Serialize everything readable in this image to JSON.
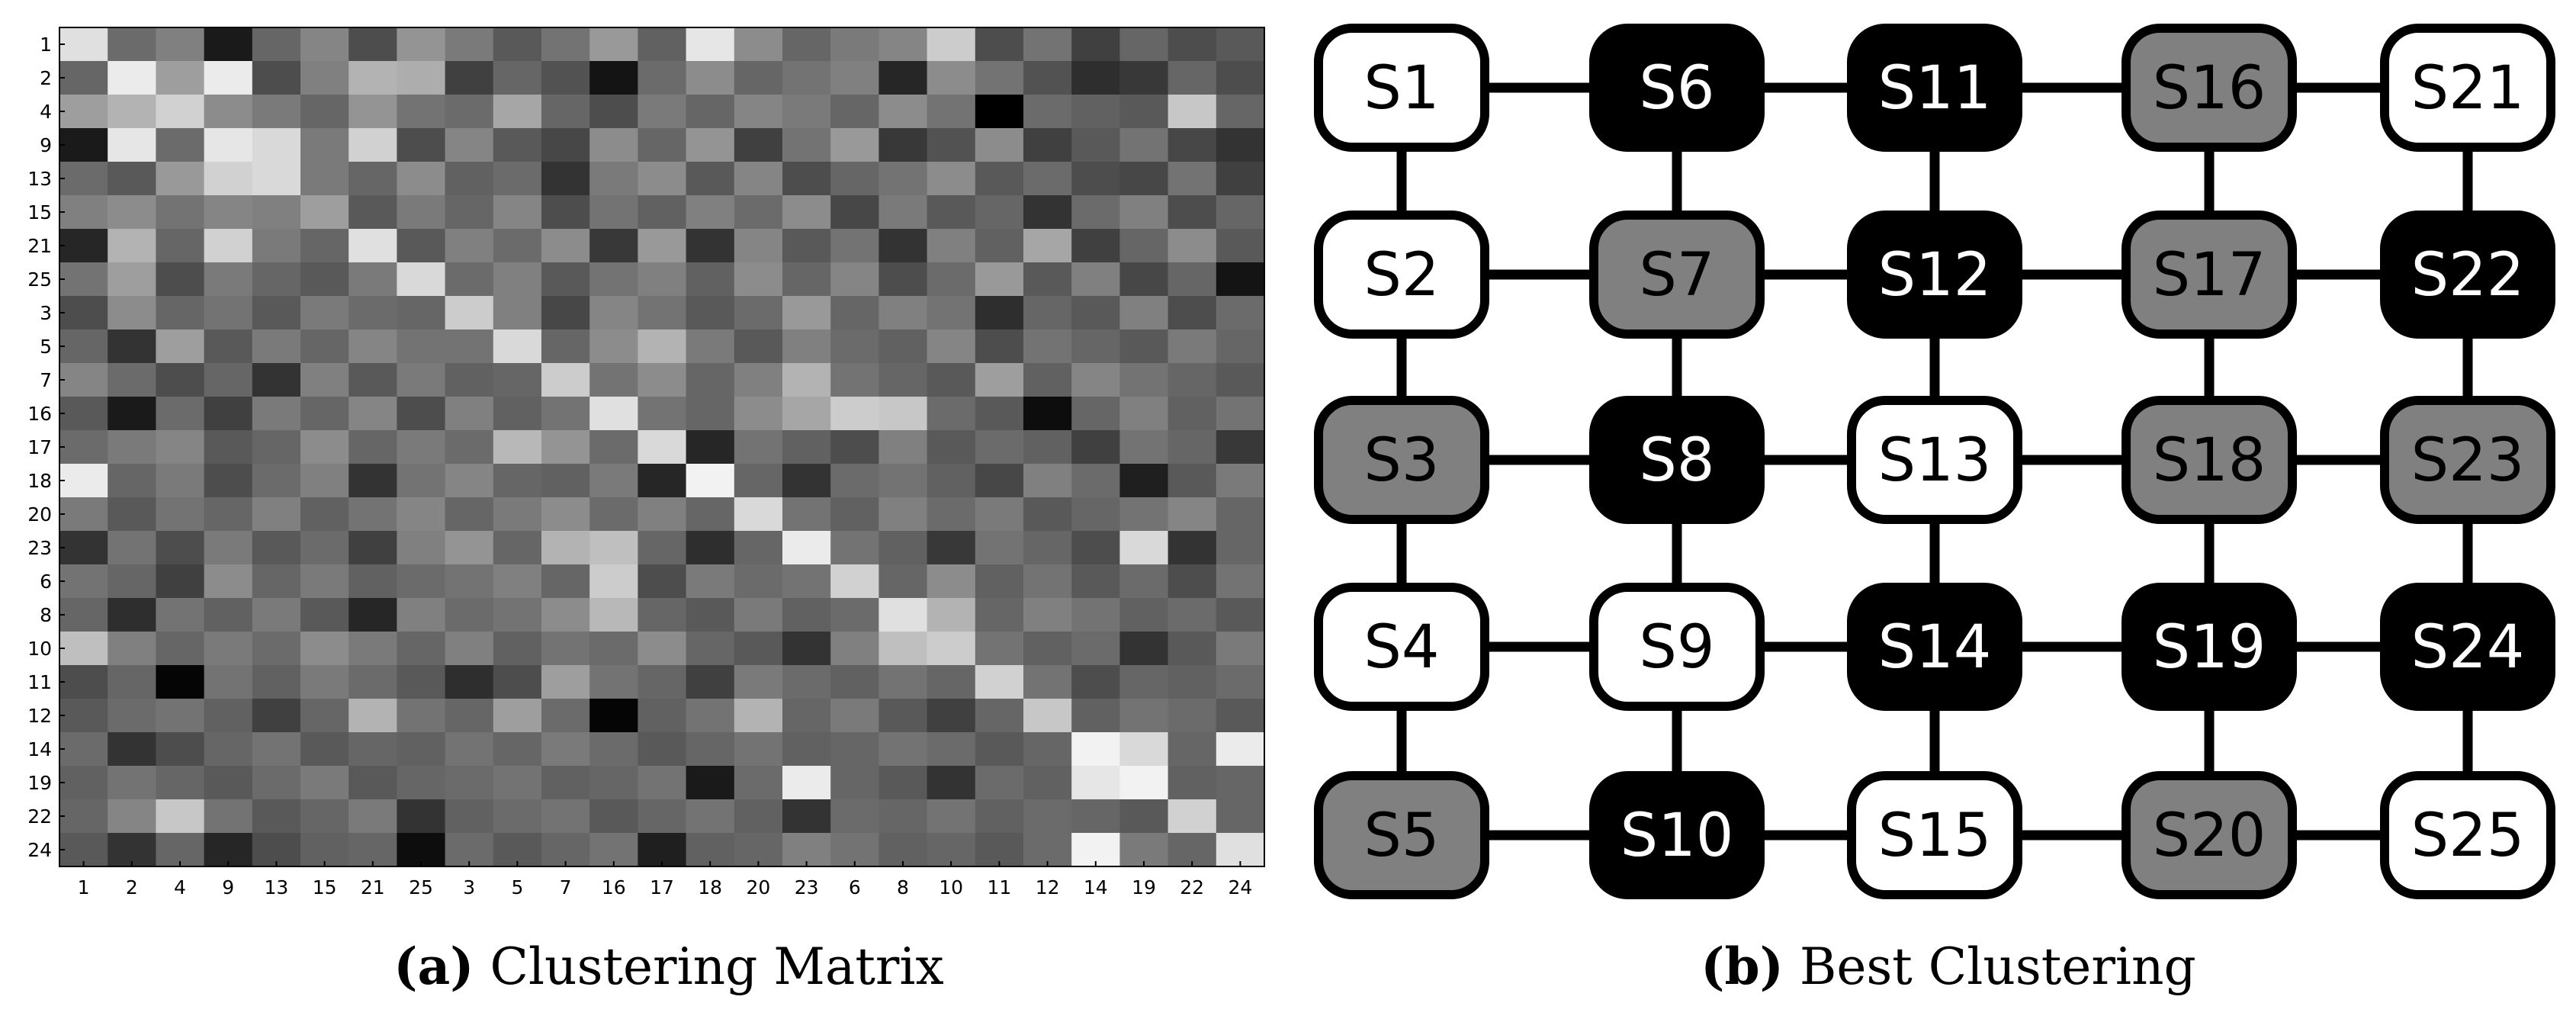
{
  "captions": {
    "a_tag": "(a)",
    "a_text": "Clustering Matrix",
    "b_tag": "(b)",
    "b_text": "Best Clustering"
  },
  "chart_data": [
    {
      "type": "heatmap",
      "title": "Clustering Matrix",
      "colormap": "grayscale",
      "row_labels": [
        "1",
        "2",
        "4",
        "9",
        "13",
        "15",
        "21",
        "25",
        "3",
        "5",
        "7",
        "16",
        "17",
        "18",
        "20",
        "23",
        "6",
        "8",
        "10",
        "11",
        "12",
        "14",
        "19",
        "22",
        "24"
      ],
      "col_labels": [
        "1",
        "2",
        "4",
        "9",
        "13",
        "15",
        "21",
        "25",
        "3",
        "5",
        "7",
        "16",
        "17",
        "18",
        "20",
        "23",
        "6",
        "8",
        "10",
        "11",
        "12",
        "14",
        "19",
        "22",
        "24"
      ],
      "value_range": [
        0,
        1
      ],
      "values": [
        [
          0.88,
          0.42,
          0.5,
          0.1,
          0.4,
          0.52,
          0.3,
          0.58,
          0.48,
          0.35,
          0.45,
          0.6,
          0.38,
          0.9,
          0.55,
          0.4,
          0.48,
          0.52,
          0.8,
          0.3,
          0.45,
          0.25,
          0.4,
          0.3,
          0.35
        ],
        [
          0.4,
          0.92,
          0.62,
          0.92,
          0.3,
          0.5,
          0.7,
          0.68,
          0.25,
          0.4,
          0.32,
          0.08,
          0.42,
          0.55,
          0.4,
          0.45,
          0.5,
          0.15,
          0.55,
          0.45,
          0.32,
          0.18,
          0.22,
          0.4,
          0.3
        ],
        [
          0.62,
          0.7,
          0.82,
          0.55,
          0.48,
          0.4,
          0.58,
          0.45,
          0.42,
          0.65,
          0.4,
          0.3,
          0.48,
          0.4,
          0.52,
          0.48,
          0.4,
          0.55,
          0.45,
          0.0,
          0.42,
          0.38,
          0.35,
          0.78,
          0.4
        ],
        [
          0.1,
          0.9,
          0.42,
          0.9,
          0.85,
          0.48,
          0.82,
          0.3,
          0.52,
          0.35,
          0.28,
          0.55,
          0.4,
          0.58,
          0.25,
          0.45,
          0.6,
          0.22,
          0.32,
          0.55,
          0.25,
          0.35,
          0.45,
          0.28,
          0.2
        ],
        [
          0.42,
          0.35,
          0.6,
          0.82,
          0.85,
          0.48,
          0.4,
          0.55,
          0.38,
          0.42,
          0.2,
          0.48,
          0.55,
          0.35,
          0.52,
          0.3,
          0.4,
          0.45,
          0.55,
          0.35,
          0.42,
          0.3,
          0.28,
          0.45,
          0.25
        ],
        [
          0.5,
          0.55,
          0.45,
          0.52,
          0.5,
          0.62,
          0.35,
          0.48,
          0.4,
          0.52,
          0.3,
          0.45,
          0.38,
          0.5,
          0.42,
          0.55,
          0.28,
          0.48,
          0.35,
          0.4,
          0.2,
          0.42,
          0.5,
          0.3,
          0.4
        ],
        [
          0.15,
          0.7,
          0.4,
          0.82,
          0.48,
          0.4,
          0.88,
          0.35,
          0.5,
          0.42,
          0.55,
          0.22,
          0.6,
          0.2,
          0.52,
          0.35,
          0.45,
          0.2,
          0.5,
          0.38,
          0.65,
          0.25,
          0.4,
          0.55,
          0.35
        ],
        [
          0.45,
          0.62,
          0.3,
          0.48,
          0.4,
          0.35,
          0.48,
          0.85,
          0.42,
          0.5,
          0.35,
          0.45,
          0.5,
          0.38,
          0.55,
          0.4,
          0.52,
          0.3,
          0.42,
          0.6,
          0.35,
          0.5,
          0.28,
          0.4,
          0.08
        ],
        [
          0.3,
          0.55,
          0.4,
          0.45,
          0.35,
          0.48,
          0.42,
          0.4,
          0.8,
          0.5,
          0.28,
          0.52,
          0.45,
          0.35,
          0.42,
          0.6,
          0.4,
          0.5,
          0.45,
          0.18,
          0.4,
          0.35,
          0.5,
          0.3,
          0.42
        ],
        [
          0.4,
          0.2,
          0.62,
          0.35,
          0.48,
          0.4,
          0.52,
          0.45,
          0.45,
          0.85,
          0.4,
          0.55,
          0.7,
          0.48,
          0.35,
          0.5,
          0.42,
          0.38,
          0.52,
          0.3,
          0.45,
          0.4,
          0.35,
          0.48,
          0.4
        ],
        [
          0.52,
          0.42,
          0.3,
          0.4,
          0.2,
          0.5,
          0.35,
          0.48,
          0.38,
          0.4,
          0.8,
          0.45,
          0.55,
          0.4,
          0.5,
          0.7,
          0.45,
          0.4,
          0.35,
          0.62,
          0.38,
          0.52,
          0.45,
          0.4,
          0.35
        ],
        [
          0.35,
          0.1,
          0.42,
          0.25,
          0.48,
          0.4,
          0.52,
          0.3,
          0.5,
          0.38,
          0.45,
          0.88,
          0.45,
          0.4,
          0.55,
          0.65,
          0.8,
          0.78,
          0.42,
          0.35,
          0.05,
          0.4,
          0.5,
          0.38,
          0.45
        ],
        [
          0.42,
          0.48,
          0.52,
          0.35,
          0.4,
          0.55,
          0.4,
          0.48,
          0.42,
          0.72,
          0.58,
          0.42,
          0.85,
          0.15,
          0.45,
          0.38,
          0.3,
          0.5,
          0.35,
          0.42,
          0.38,
          0.25,
          0.45,
          0.4,
          0.22
        ],
        [
          0.92,
          0.4,
          0.48,
          0.3,
          0.42,
          0.5,
          0.2,
          0.45,
          0.52,
          0.4,
          0.38,
          0.48,
          0.15,
          0.95,
          0.4,
          0.2,
          0.42,
          0.45,
          0.38,
          0.28,
          0.5,
          0.42,
          0.12,
          0.35,
          0.48
        ],
        [
          0.48,
          0.35,
          0.45,
          0.4,
          0.5,
          0.38,
          0.45,
          0.52,
          0.4,
          0.48,
          0.55,
          0.42,
          0.5,
          0.4,
          0.85,
          0.45,
          0.38,
          0.5,
          0.42,
          0.48,
          0.35,
          0.4,
          0.45,
          0.52,
          0.4
        ],
        [
          0.2,
          0.45,
          0.3,
          0.48,
          0.35,
          0.42,
          0.25,
          0.5,
          0.58,
          0.4,
          0.7,
          0.75,
          0.4,
          0.18,
          0.4,
          0.92,
          0.45,
          0.38,
          0.22,
          0.45,
          0.4,
          0.3,
          0.85,
          0.2,
          0.4
        ],
        [
          0.45,
          0.4,
          0.25,
          0.55,
          0.4,
          0.48,
          0.38,
          0.42,
          0.45,
          0.5,
          0.4,
          0.8,
          0.3,
          0.48,
          0.42,
          0.45,
          0.82,
          0.4,
          0.55,
          0.38,
          0.45,
          0.35,
          0.42,
          0.3,
          0.45
        ],
        [
          0.4,
          0.18,
          0.45,
          0.38,
          0.48,
          0.35,
          0.15,
          0.5,
          0.42,
          0.45,
          0.55,
          0.72,
          0.4,
          0.35,
          0.48,
          0.38,
          0.42,
          0.88,
          0.7,
          0.4,
          0.5,
          0.45,
          0.38,
          0.42,
          0.35
        ],
        [
          0.75,
          0.5,
          0.4,
          0.48,
          0.42,
          0.55,
          0.48,
          0.4,
          0.5,
          0.38,
          0.45,
          0.42,
          0.55,
          0.4,
          0.35,
          0.2,
          0.5,
          0.75,
          0.8,
          0.45,
          0.38,
          0.42,
          0.2,
          0.35,
          0.48
        ],
        [
          0.3,
          0.4,
          0.02,
          0.45,
          0.38,
          0.48,
          0.42,
          0.35,
          0.18,
          0.3,
          0.62,
          0.45,
          0.4,
          0.25,
          0.48,
          0.42,
          0.38,
          0.45,
          0.4,
          0.82,
          0.45,
          0.3,
          0.4,
          0.38,
          0.42
        ],
        [
          0.35,
          0.42,
          0.45,
          0.38,
          0.25,
          0.4,
          0.7,
          0.45,
          0.4,
          0.62,
          0.42,
          0.02,
          0.38,
          0.45,
          0.7,
          0.4,
          0.48,
          0.35,
          0.25,
          0.4,
          0.78,
          0.38,
          0.45,
          0.42,
          0.35
        ],
        [
          0.42,
          0.2,
          0.3,
          0.4,
          0.45,
          0.35,
          0.4,
          0.38,
          0.45,
          0.4,
          0.48,
          0.42,
          0.35,
          0.4,
          0.45,
          0.38,
          0.4,
          0.45,
          0.42,
          0.35,
          0.4,
          0.95,
          0.85,
          0.4,
          0.92
        ],
        [
          0.38,
          0.45,
          0.4,
          0.35,
          0.42,
          0.48,
          0.35,
          0.4,
          0.42,
          0.45,
          0.38,
          0.4,
          0.45,
          0.1,
          0.42,
          0.92,
          0.4,
          0.35,
          0.2,
          0.42,
          0.38,
          0.9,
          0.95,
          0.38,
          0.4
        ],
        [
          0.4,
          0.52,
          0.78,
          0.45,
          0.35,
          0.4,
          0.48,
          0.2,
          0.38,
          0.42,
          0.45,
          0.35,
          0.4,
          0.45,
          0.38,
          0.2,
          0.42,
          0.4,
          0.45,
          0.38,
          0.42,
          0.4,
          0.35,
          0.82,
          0.4
        ],
        [
          0.35,
          0.2,
          0.4,
          0.15,
          0.3,
          0.38,
          0.4,
          0.05,
          0.42,
          0.35,
          0.4,
          0.45,
          0.12,
          0.38,
          0.4,
          0.5,
          0.45,
          0.38,
          0.4,
          0.35,
          0.42,
          0.95,
          0.48,
          0.4,
          0.88
        ]
      ]
    },
    {
      "type": "grid-graph",
      "title": "Best Clustering",
      "columns": [
        [
          {
            "label": "S1",
            "group": "white"
          },
          {
            "label": "S2",
            "group": "white"
          },
          {
            "label": "S3",
            "group": "gray"
          },
          {
            "label": "S4",
            "group": "white"
          },
          {
            "label": "S5",
            "group": "gray"
          }
        ],
        [
          {
            "label": "S6",
            "group": "black"
          },
          {
            "label": "S7",
            "group": "gray"
          },
          {
            "label": "S8",
            "group": "black"
          },
          {
            "label": "S9",
            "group": "white"
          },
          {
            "label": "S10",
            "group": "black"
          }
        ],
        [
          {
            "label": "S11",
            "group": "black"
          },
          {
            "label": "S12",
            "group": "black"
          },
          {
            "label": "S13",
            "group": "white"
          },
          {
            "label": "S14",
            "group": "black"
          },
          {
            "label": "S15",
            "group": "white"
          }
        ],
        [
          {
            "label": "S16",
            "group": "gray"
          },
          {
            "label": "S17",
            "group": "gray"
          },
          {
            "label": "S18",
            "group": "gray"
          },
          {
            "label": "S19",
            "group": "black"
          },
          {
            "label": "S20",
            "group": "gray"
          }
        ],
        [
          {
            "label": "S21",
            "group": "white"
          },
          {
            "label": "S22",
            "group": "black"
          },
          {
            "label": "S23",
            "group": "gray"
          },
          {
            "label": "S24",
            "group": "black"
          },
          {
            "label": "S25",
            "group": "white"
          }
        ]
      ],
      "group_colors": {
        "white": {
          "fill": "#ffffff",
          "text": "#000000"
        },
        "gray": {
          "fill": "#808080",
          "text": "#000000"
        },
        "black": {
          "fill": "#000000",
          "text": "#ffffff"
        }
      }
    }
  ]
}
